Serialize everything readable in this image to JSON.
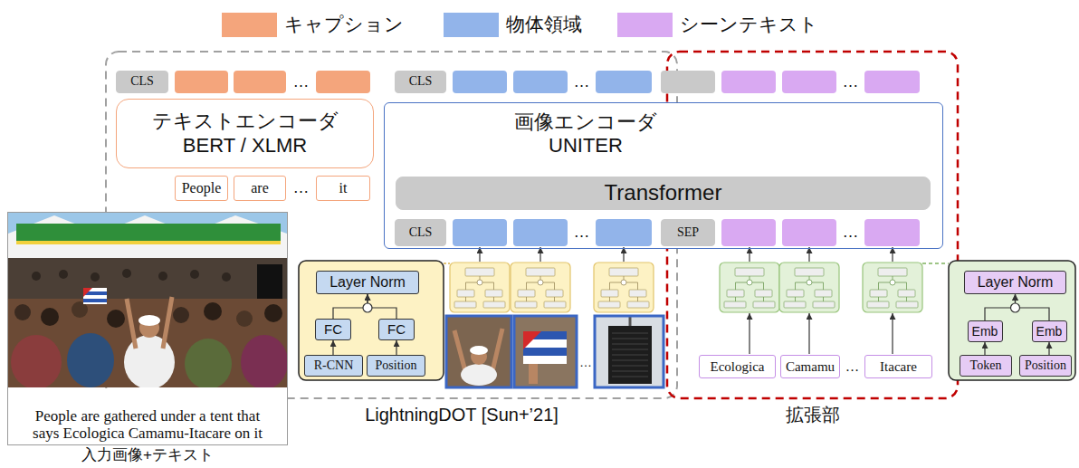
{
  "diagram": {
    "nodes": [
      {
        "text": [
          "CLS"
        ]
      },
      {
        "text": [
          "CLS"
        ]
      },
      {
        "text": [
          "テキストエンコーダ",
          "BERT / XLMR"
        ]
      },
      {
        "text": [
          "画像エンコーダ",
          "UNITER"
        ]
      },
      {
        "text": [
          "Transformer"
        ],
        "in": 3
      },
      {
        "text": [
          "CLS"
        ],
        "in": 3
      },
      {
        "text": [
          "SEP"
        ],
        "in": 3
      },
      {
        "text": [
          "People"
        ]
      },
      {
        "text": [
          "are"
        ]
      },
      {
        "text": [
          "it"
        ]
      },
      {
        "text": [
          "People are gathered under a tent that says Ecologica Camamu-Itacare on it"
        ]
      },
      {
        "text": [
          "Layer Norm"
        ]
      },
      {
        "text": [
          "FC"
        ]
      },
      {
        "text": [
          "FC"
        ]
      },
      {
        "text": [
          "R-CNN"
        ]
      },
      {
        "text": [
          "Position"
        ]
      },
      {
        "text": [
          "Layer Norm"
        ]
      },
      {
        "text": [
          "Emb"
        ]
      },
      {
        "text": [
          "Emb"
        ]
      },
      {
        "text": [
          "Token"
        ]
      },
      {
        "text": [
          "Position"
        ]
      },
      {
        "text": [
          "Ecologica"
        ]
      },
      {
        "text": [
          "Camamu"
        ]
      },
      {
        "text": [
          "Itacare"
        ]
      }
    ],
    "edges": [
      {
        "from": 14,
        "to": 12,
        "arrow": "to"
      },
      {
        "from": 15,
        "to": 13,
        "arrow": "to"
      },
      {
        "from": 12,
        "to": 11,
        "arrow": "to"
      },
      {
        "from": 13,
        "to": 11,
        "arrow": "to"
      },
      {
        "from": 19,
        "to": 17,
        "arrow": "to"
      },
      {
        "from": 20,
        "to": 18,
        "arrow": "to"
      },
      {
        "from": 17,
        "to": 16,
        "arrow": "to"
      },
      {
        "from": 18,
        "to": 16,
        "arrow": "to"
      }
    ],
    "labels": [
      "…",
      "…",
      "…",
      "…",
      "…",
      "…",
      "…",
      "…",
      "LightningDOT [Sun+’21]",
      "拡張部",
      "入力画像+テキスト"
    ],
    "legend": [
      {
        "text": "キャプション",
        "color": "#f4a57c"
      },
      {
        "text": "物体領域",
        "color": "#92b4ea"
      },
      {
        "text": "シーンテキスト",
        "color": "#d9a9f2"
      }
    ]
  }
}
